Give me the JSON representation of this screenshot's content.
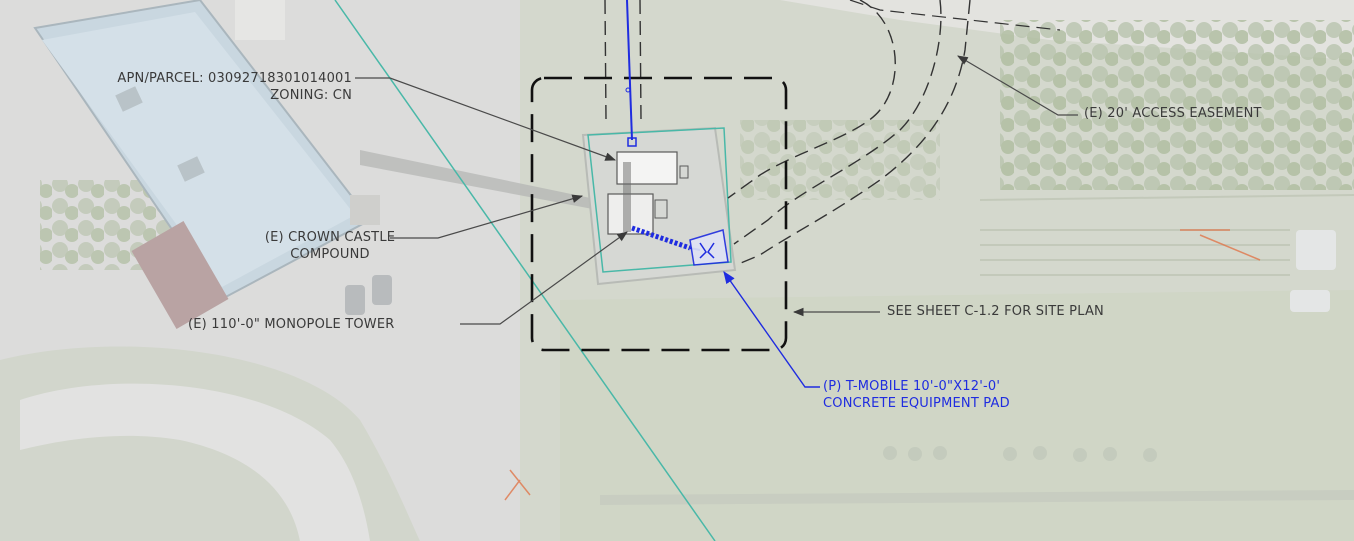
{
  "colors": {
    "leader_gray": "#4a4a4a",
    "proposed_blue": "#1f2ce0",
    "property_line_teal": "#49b8a8",
    "aerial_base": "#d9dbd6"
  },
  "callouts": {
    "parcel": {
      "line1": "APN/PARCEL: 03092718301014001",
      "line2": "ZONING: CN"
    },
    "easement": {
      "text": "(E) 20' ACCESS EASEMENT"
    },
    "compound": {
      "line1": "(E) CROWN CASTLE",
      "line2": "COMPOUND"
    },
    "sheet_ref": {
      "text": "SEE SHEET C-1.2 FOR SITE PLAN"
    },
    "tower": {
      "text": "(E) 110'-0\" MONOPOLE TOWER"
    },
    "equipment_pad": {
      "line1": "(P) T-MOBILE 10'-0\"X12'-0'",
      "line2": "CONCRETE EQUIPMENT PAD"
    }
  }
}
